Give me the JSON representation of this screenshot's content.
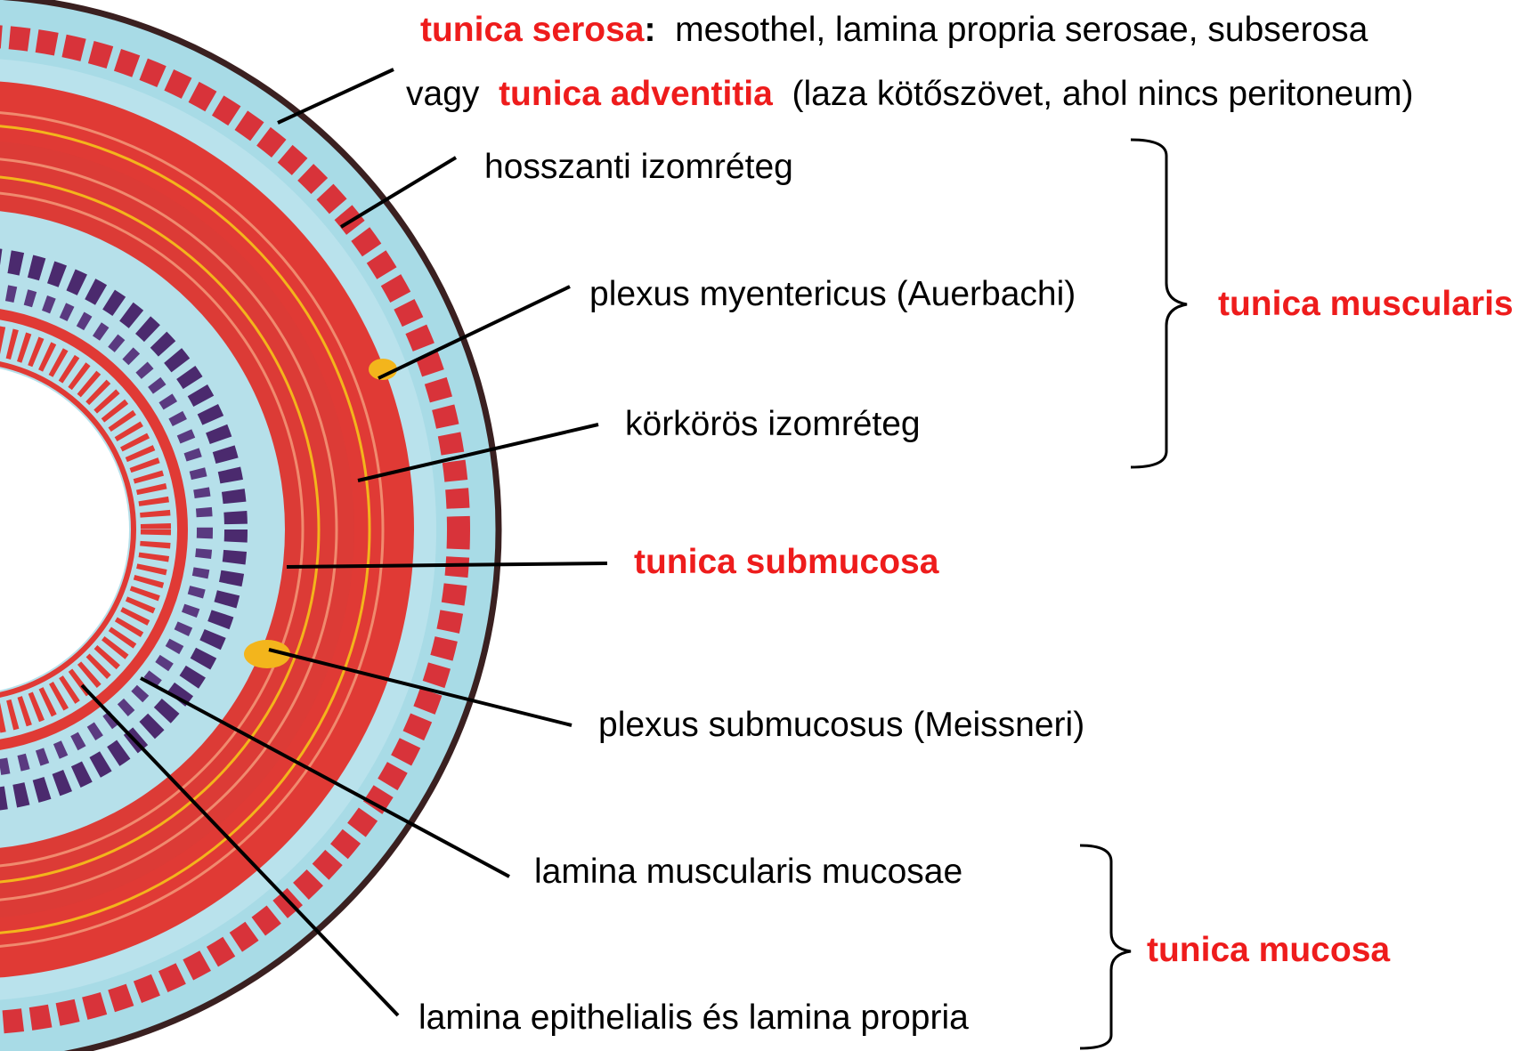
{
  "labels": {
    "serosa": {
      "name": "tunica serosa",
      "colon": ":",
      "desc": "mesothel, lamina propria serosae, subserosa"
    },
    "adventitia": {
      "prefix": "vagy",
      "name": "tunica adventitia",
      "desc": "(laza kötőszövet, ahol nincs peritoneum)"
    },
    "longitudinal_muscle": "hosszanti izomréteg",
    "myenteric_plexus": "plexus myentericus (Auerbachi)",
    "circular_muscle": "körkörös izomréteg",
    "submucosa": "tunica submucosa",
    "submucous_plexus": "plexus submucosus (Meissneri)",
    "muscularis_mucosae": "lamina muscularis mucosae",
    "epithelium_propria": "lamina epithelialis és lamina propria"
  },
  "groups": {
    "muscularis": "tunica muscularis",
    "mucosa": "tunica mucosa"
  },
  "colors": {
    "accent_red": "#ee1c1c",
    "muscle_red": "#e03a35",
    "tissue_blue": "#a8dbe6",
    "nerve_yellow": "#f3b51c",
    "gland_purple": "#4b2a6e",
    "outline": "#3a2020"
  }
}
